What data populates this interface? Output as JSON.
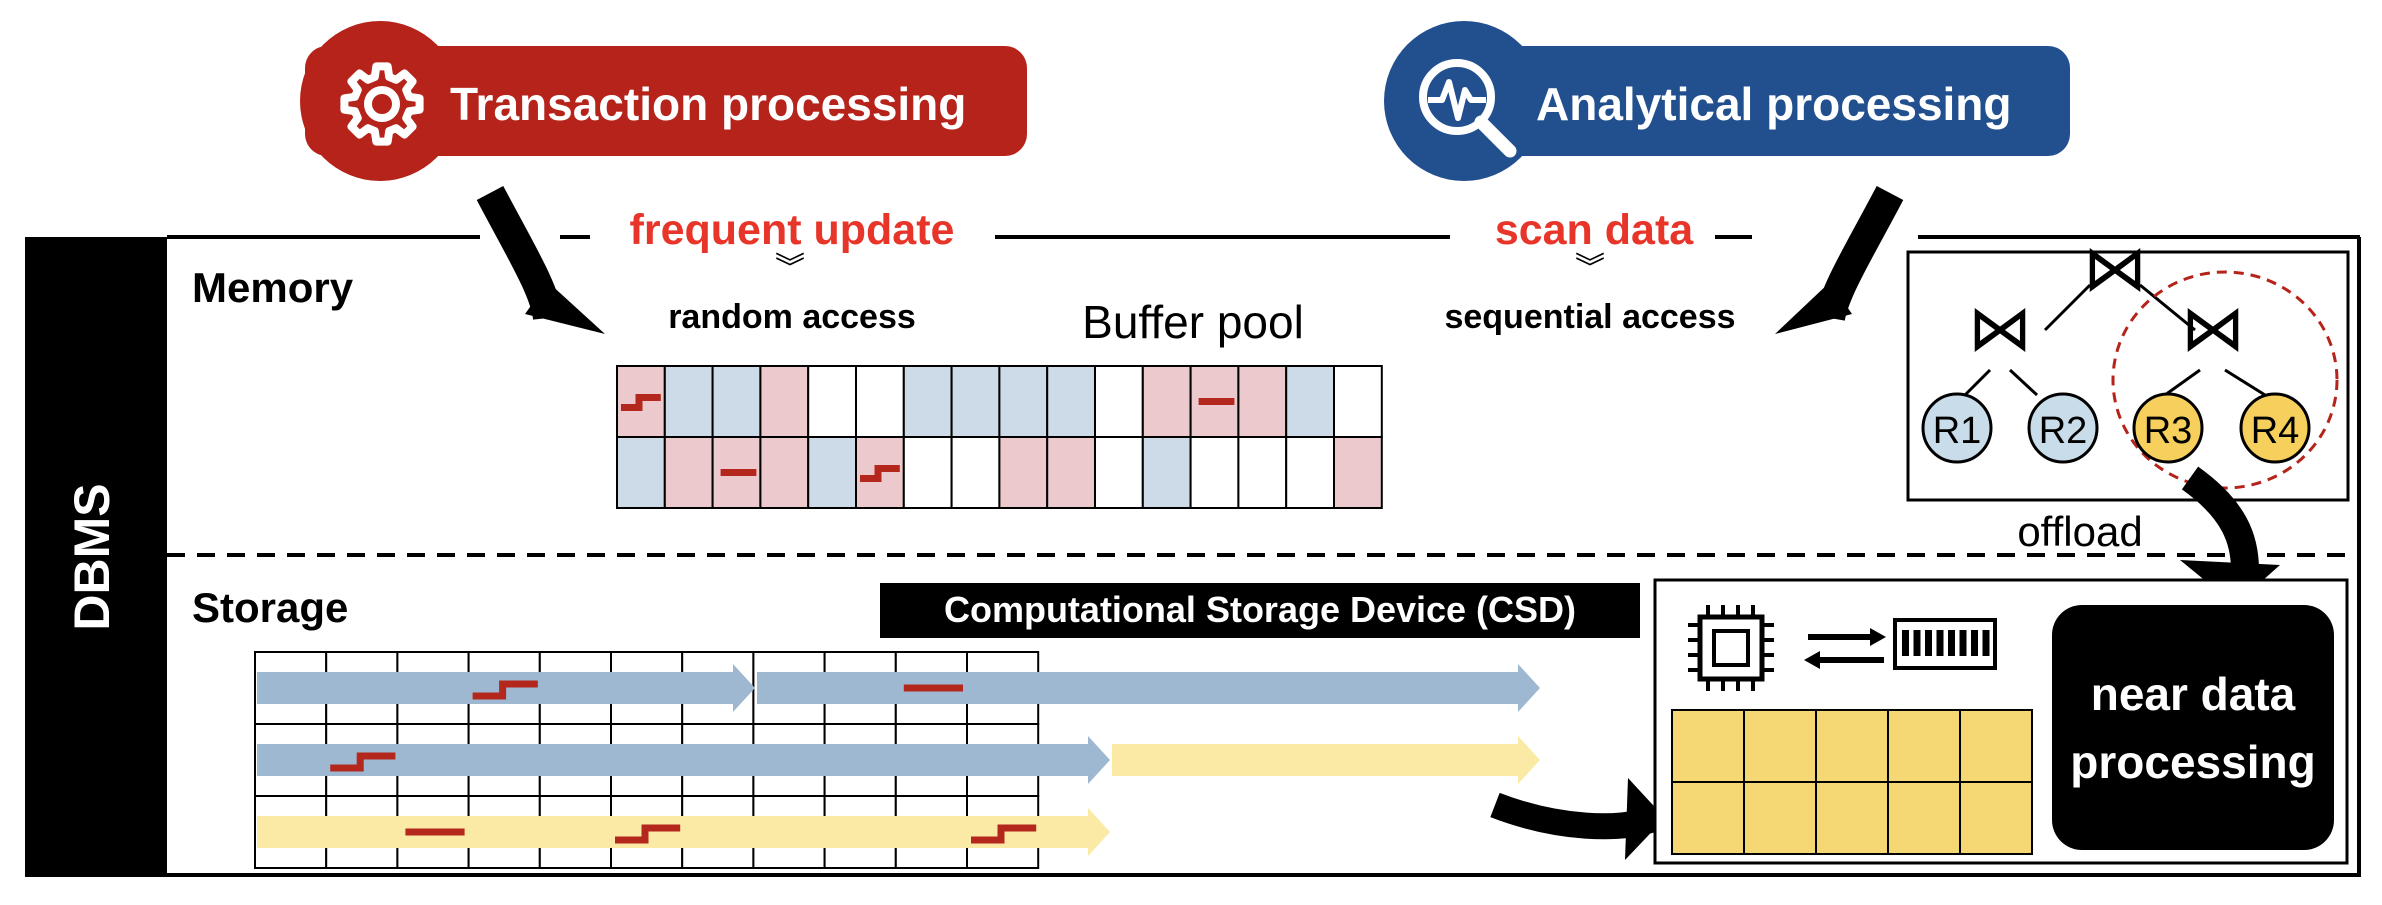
{
  "header": {
    "transaction": {
      "label": "Transaction processing",
      "icon": "gear-icon",
      "color": "#b5231b"
    },
    "analytical": {
      "label": "Analytical processing",
      "icon": "analytics-search-icon",
      "color": "#22508f"
    }
  },
  "memory": {
    "label": "Memory",
    "frequent_update": "frequent update",
    "scan_data": "scan data",
    "random_access": "random access",
    "sequential_access": "sequential access",
    "buffer_pool_label": "Buffer pool",
    "buffer_rows": [
      [
        "r",
        "b",
        "b",
        "r",
        "w",
        "w",
        "b",
        "b",
        "b",
        "b",
        "w",
        "r",
        "r",
        "r",
        "b",
        "w"
      ],
      [
        "b",
        "r",
        "r",
        "r",
        "b",
        "r",
        "w",
        "w",
        "r",
        "r",
        "w",
        "b",
        "w",
        "w",
        "w",
        "r"
      ]
    ]
  },
  "dbms": {
    "label": "DBMS"
  },
  "query_plan": {
    "join_symbol": "⋈",
    "relations": [
      {
        "label": "R1",
        "color": "#c9dcea"
      },
      {
        "label": "R2",
        "color": "#c9dcea"
      },
      {
        "label": "R3",
        "color": "#f6cf5c"
      },
      {
        "label": "R4",
        "color": "#f6cf5c"
      }
    ],
    "offload_label": "offload"
  },
  "storage": {
    "label": "Storage",
    "csd_label": "Computational Storage Device (CSD)",
    "ndp_label_line1": "near data",
    "ndp_label_line2": "processing"
  },
  "colors": {
    "red_text": "#e8352a",
    "red_cell": "#ecc9cd",
    "blue_cell": "#ccdbe7",
    "blue_arrow": "#9fb8d2",
    "yellow_arrow": "#fbeaa6",
    "yellow_cell": "#f5d774",
    "update_mark": "#b3271c"
  }
}
